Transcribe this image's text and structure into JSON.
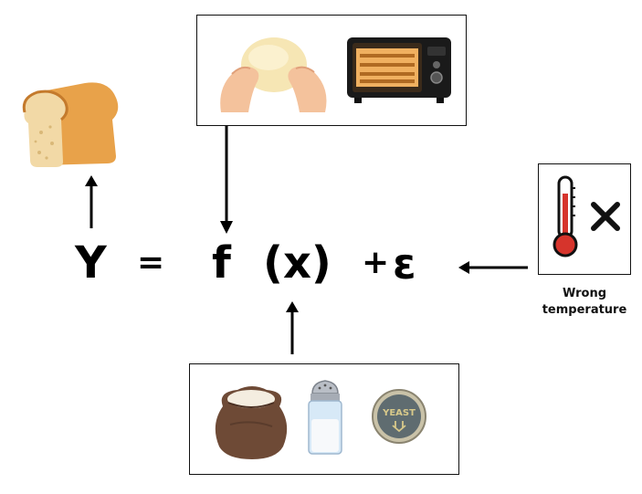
{
  "equation": {
    "y": "Y",
    "equals": "=",
    "f": "f",
    "x": "(x)",
    "plus": "+",
    "epsilon": "ε"
  },
  "labels": {
    "wrong_temperature_line1": "Wrong",
    "wrong_temperature_line2": "temperature"
  },
  "icons": {
    "top_box": [
      "kneading-hands-icon",
      "oven-icon"
    ],
    "bottom_box": [
      "flour-sack-icon",
      "salt-shaker-icon",
      "yeast-icon"
    ],
    "right_box": [
      "thermometer-icon",
      "x-mark-icon"
    ],
    "output": "bread-loaf-icon",
    "yeast_text": "YEAST"
  }
}
